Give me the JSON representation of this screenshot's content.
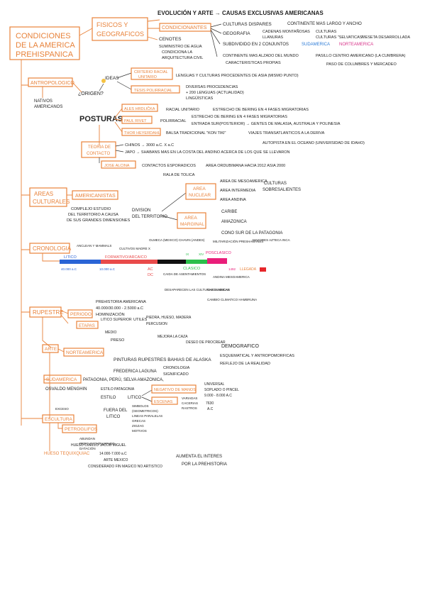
{
  "title": [
    "CONDICIONES",
    "DE LA AMERICA",
    "PREHISPANICA"
  ],
  "top": {
    "fisicos": [
      "FISICOS Y",
      "GEOGRAFICOS"
    ],
    "evolucion": "EVOLUCIÓN Y ARTE → CAUSAS EXCLUSIVAS AMERICANAS",
    "condicionantes": "CONDICIONANTES",
    "cenotes": "CENOTES",
    "cenotes_sub": [
      "SUMINISTRO DE AGUA",
      "CONDICIONA LA",
      "ARQUITECTURA CIVIL"
    ],
    "culturas_dispares": "CULTURAS DISPARES",
    "continente": "CONTINENTE MAS LARGO Y ANCHO",
    "geografia": "GEOGRAFIA",
    "cordilleras": [
      "CADENAS MONTAÑOSAS",
      "LLANURAS"
    ],
    "culturas_sel": [
      "CULTURAS",
      "CULTURAS \"SELVATICAS\""
    ],
    "meseta": "MESETA DESARROLLADA",
    "subdividido": "SUBDIVIDIDO EN 2 CONJUNTOS",
    "sudamerica": "SUDAMERICA",
    "norteamerica": "NORTEAMERICA",
    "alzado": "CONTINENTE MAS ALZADO DEL MUNDO",
    "caracteristicas": "CARACTERISTICAS PROPIAS",
    "pasillo": "PASILLO CENTRO AMERICANO (LA CUMBRERA)",
    "paso": "PASO DE COLUMBRES Y MERCADEO"
  },
  "antropologico": {
    "label": "ANTROPOLOGICO",
    "nativos": [
      "NATIVOS",
      "AMERICANOS"
    ],
    "origen": "¿ORIGEN?",
    "ideas": "IDEAS",
    "criterio": [
      "CRITERIO RACIAL",
      "UNITARIO"
    ],
    "lenguas": "LENGUAS Y CULTURAS PROCEDENTES DE ASIA (MISMO PUNTO)",
    "tesis": "TESIS POLIRRACIAL",
    "diversas": [
      "DIVERSAS PROCEDENCIAS",
      "+ 200 LENGUAS (ACTUALIDAD)",
      "LINGÜÍSTICAS"
    ],
    "posturas": "POSTURAS",
    "ales": "ALES HRDLIČKA",
    "racial": "RACIAL UNITARIO",
    "estrecho": "ESTRECHO DE BERING EN 4 FASES MIGRATORIAS",
    "paul": "PAUL RIVET",
    "poliracial": "POLIRRACIAL",
    "entrada": [
      "ESTRECHO DE BERING EN 4 FASES MIGRATORIAS",
      "ENTRADA SUR(POSTERIOR) → GENTES DE MALASIA, AUSTRALIA Y POLINESIA"
    ],
    "thor": "THOR HEYERDAHL",
    "balsa": "BALSA TRADICIONAL \"KON TIKI\"",
    "viajes": "VIAJES TRANSATLANTICOS A LA DERIVA",
    "autopista": "AUTOPISTA EN EL OCEANO (UNIVERSIDAD DE IDAHO)",
    "teoria": [
      "TEORIA DE",
      "CONTACTO"
    ],
    "chinos": "CHINOS → 3000 a.C. X a.C",
    "japo": "JAPO → SHABANS MAS EN LA COSTA DEL ANDINO ACERCA DE LOS QUE SE LLEVARON",
    "jose": "JOSE ALCINA",
    "contactos": "CONTACTOS ESPORADICOS",
    "fecha": "AREA ORDUBIMANA HACIA 2012 ASIA 2000",
    "rala": "RALA DE TOLICA"
  },
  "areas": {
    "label": [
      "AREAS",
      "CULTURALES"
    ],
    "americanistas": "AMERICANISTAS",
    "complejo": [
      "COMPLEJO ESTUDIO",
      "DEL TERRITORIO A CAUSA",
      "DE SUS GRANDES DIMENSIONES"
    ],
    "division": [
      "DIVISION",
      "DEL TERRITORIO"
    ],
    "nuclear": [
      "AREA",
      "NUCLEAR"
    ],
    "nuclear_items": [
      "AREA DE MESOAMERICA",
      "AREA INTERMEDIA",
      "AREA ANDINA"
    ],
    "culturas_sob": [
      "CULTURAS",
      "SOBRESALIENTES"
    ],
    "marginal": [
      "AREA",
      "MARGINAL"
    ],
    "marginal_items": [
      "CARIBE",
      "AMAZONICA",
      "CONO SUR DE LA PATAGONIA"
    ]
  },
  "cronologia": {
    "label": "CRONOLOGIA",
    "litico": "LITICO",
    "formativo": "FORMATIVO/ARCAICO",
    "clasico": "CLASICO",
    "posclasico": "POSCLASICO",
    "ticks": [
      "40.000 a.C",
      "10.000 a.C",
      "AC",
      "DC",
      "IX",
      "XIV",
      "1492"
    ],
    "notes": [
      "ANCLEAN Y MAMMALS",
      "CULTIVOS MADRE X",
      "OLMECA (MEXICO) CHAVIN (ANDES)",
      "MILITARIZACIÓN PRESHAMANES",
      "MAYORES AZTECA INCA",
      "CAIDA DE ASENTAMIENTOS",
      "ANDINA MESOAMERICA",
      "DESAPARECEN LAS CULTURAS CLASICAS",
      "CHICHIMECAS",
      "CAMBIO CLIMATICO HAMBRUNA",
      "LLEGADA"
    ]
  },
  "rupestre": {
    "label": "RUPESTRE",
    "periodo": "PERIODO",
    "prehistoria": "PREHISTORIA AMERICANA",
    "fechas": "40.000/30.000 - 2.5000 a.C",
    "hominizacion": "HOMINIZACIÓN",
    "etapas": "ETAPAS",
    "litico_sup": "LITICO SUPERIOR",
    "utiles": "UTILES",
    "piedra": "PIEDRA, HUESO, MADERA",
    "percusion": "PERCUSION",
    "medio": "MEDIO",
    "preso": "PRESO",
    "mejora": "MEJORA LA CAZA",
    "deseo": "DESEO DE PROCREAR",
    "demografico": "DEMOGRAFICO"
  },
  "arte": {
    "label": "ARTE",
    "norteamerica": "NORTEAMERICA",
    "pinturas": "PINTURAS RUPESTRES BAHIAS DE ALASKA",
    "esquematico": "ESQUEMATICAL Y ANTROPOMORFICAS",
    "reflejo": "REFLEJO DE LA REALIDAD",
    "cronologia": "CRONOLOGIA",
    "significado": "SIGNIFICADO",
    "frederica": "FREDERICA LAGUNA",
    "sudamerica": "SUDAMERICA",
    "patagonia": "PATAGONIA, PERÚ, SELVA AMAZONICA,",
    "osvaldo": "OSVALDO MENGHIN",
    "estilo_pat": "ESTILO PATAGONIA",
    "estilo": "ESTILO",
    "litico": "LITICO",
    "negativo": "NEGATIVO DE MANOS",
    "universal": [
      "UNIVERSAL",
      "SOPLADO O PINCEL",
      "9.000 - 8.000 A.C"
    ],
    "escenas": "ESCENAS",
    "escenas_items": [
      "VARIADAS",
      "CACERIAS",
      "RASTROS"
    ],
    "fecha_esc": [
      "7630",
      "A.C"
    ],
    "fuera": [
      "FUERA DEL",
      "LITICO"
    ],
    "simbolos": [
      "SIMBOLOS",
      "(GEOMETRICOS)",
      "LINEAS PARALELAS",
      "GRECAS",
      "ZIGZAG",
      "MOTIVOS"
    ],
    "escultura": "ESCULTURA",
    "exceso": "EXCESO",
    "petroglifos": "PETROGLIFOS",
    "petroglifos_sub": [
      "ABUNDAN",
      "PERCUSION/RASPADO",
      "DATACIÓN"
    ],
    "hueso_cuello": "HUESO CUELLO JACOB MIGUEL",
    "hueso_tequixquiac": "HUESO TEQUIXQUIAC",
    "hueso_items": [
      "14.000-7.000 a.C",
      "ARTE MEXICO",
      "CONSIDERADO FIN MAGICO NO ARTISTICO"
    ],
    "aumenta": [
      "AUMENTA EL INTERES",
      "POR LA PREHISTORIA"
    ]
  }
}
